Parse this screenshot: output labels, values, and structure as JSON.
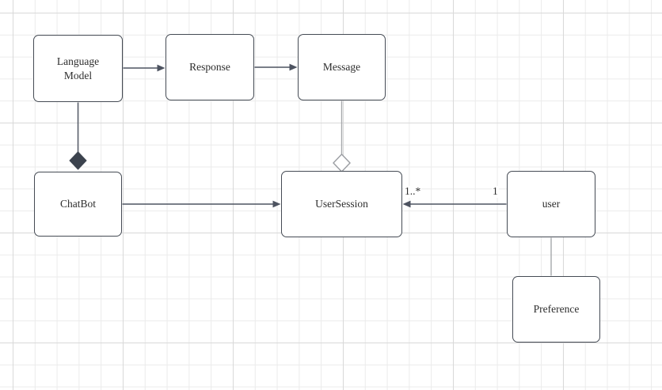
{
  "diagram": {
    "kind": "uml-class-diagram",
    "nodes": {
      "language_model": {
        "label": "Language Model"
      },
      "response": {
        "label": "Response"
      },
      "message": {
        "label": "Message"
      },
      "chatbot": {
        "label": "ChatBot"
      },
      "user_session": {
        "label": "UserSession"
      },
      "user": {
        "label": "user"
      },
      "preference": {
        "label": "Preference"
      }
    },
    "edges": [
      {
        "from": "Language Model",
        "to": "Response",
        "type": "directed-association"
      },
      {
        "from": "Response",
        "to": "Message",
        "type": "directed-association"
      },
      {
        "from": "Language Model",
        "to": "ChatBot",
        "type": "composition",
        "diamond_at": "ChatBot"
      },
      {
        "from": "Message",
        "to": "UserSession",
        "type": "aggregation",
        "diamond_at": "UserSession"
      },
      {
        "from": "ChatBot",
        "to": "UserSession",
        "type": "directed-association"
      },
      {
        "from": "user",
        "to": "UserSession",
        "type": "directed-association",
        "source_multiplicity": "1",
        "target_multiplicity": "1..*"
      },
      {
        "from": "user",
        "to": "Preference",
        "type": "association"
      }
    ],
    "labels": {
      "user_session_multiplicity": "1..*",
      "user_multiplicity": "1"
    },
    "colors": {
      "node_fill": "#ffffff",
      "node_border": "#454b54",
      "edge_dark": "#4d5360",
      "edge_light": "#a6a8ab",
      "diamond_filled": "#3c434e",
      "grid_minor": "#ebebeb",
      "grid_major": "#d9d9d9",
      "text": "#2d2d2d"
    }
  }
}
